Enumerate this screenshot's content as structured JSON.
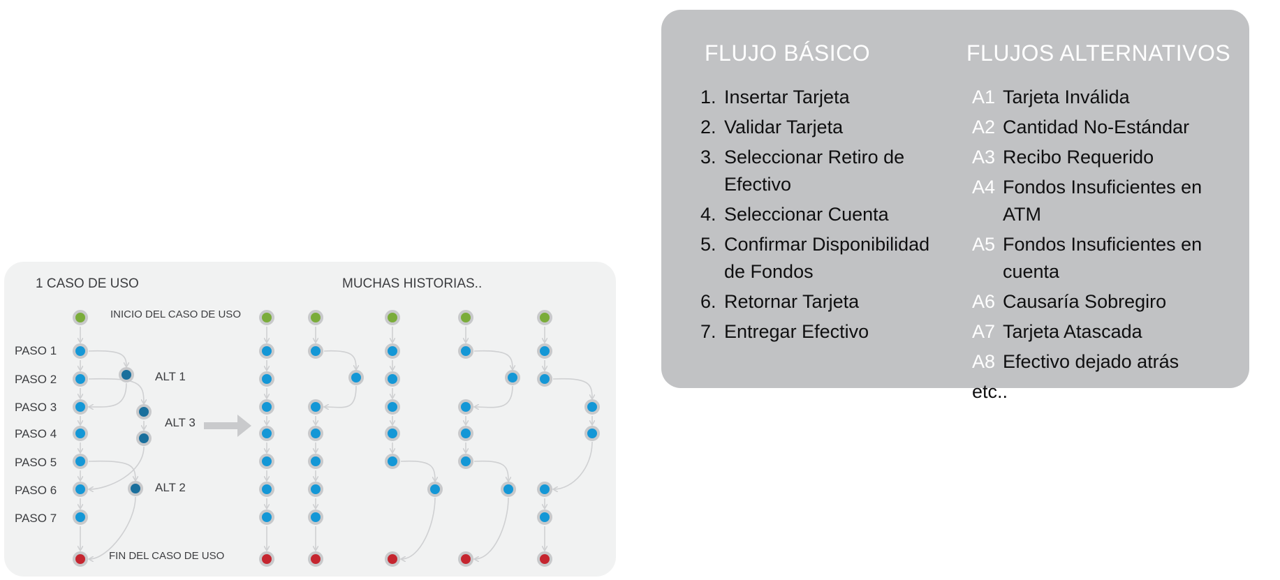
{
  "diagram": {
    "left_title": "1 CASO DE USO",
    "right_title": "MUCHAS HISTORIAS..",
    "start_label": "INICIO DEL CASO DE USO",
    "end_label": "FIN DEL CASO DE USO",
    "steps": [
      "PASO 1",
      "PASO 2",
      "PASO 3",
      "PASO 4",
      "PASO 5",
      "PASO 6",
      "PASO 7"
    ],
    "alts": [
      "ALT 1",
      "ALT 3",
      "ALT 2"
    ],
    "colors": {
      "start": "#7aac3a",
      "step": "#1497d6",
      "alt": "#1a6f9c",
      "end": "#c5252f",
      "node_ring": "#c8c9cb",
      "arrow": "#cfd0d2",
      "big_arrow": "#c9cacc"
    }
  },
  "basic_flow": {
    "title": "FLUJO BÁSICO",
    "items": [
      {
        "num": "1.",
        "text": "Insertar Tarjeta"
      },
      {
        "num": "2.",
        "text": "Validar Tarjeta"
      },
      {
        "num": "3.",
        "text": "Seleccionar Retiro de Efectivo"
      },
      {
        "num": "4.",
        "text": "Seleccionar Cuenta"
      },
      {
        "num": "5.",
        "text": "Confirmar Disponibilidad de Fondos"
      },
      {
        "num": "6.",
        "text": "Retornar Tarjeta"
      },
      {
        "num": "7.",
        "text": "Entregar Efectivo"
      }
    ]
  },
  "alternative_flows": {
    "title": "FLUJOS ALTERNATIVOS",
    "items": [
      {
        "code": "A1",
        "text": "Tarjeta Inválida"
      },
      {
        "code": "A2",
        "text": "Cantidad No-Estándar"
      },
      {
        "code": "A3",
        "text": "Recibo Requerido"
      },
      {
        "code": "A4",
        "text": "Fondos Insuficientes en ATM"
      },
      {
        "code": "A5",
        "text": "Fondos Insuficientes en cuenta"
      },
      {
        "code": "A6",
        "text": "Causaría Sobregiro"
      },
      {
        "code": "A7",
        "text": "Tarjeta Atascada"
      },
      {
        "code": "A8",
        "text": "Efectivo dejado atrás"
      }
    ],
    "more": "etc.."
  }
}
